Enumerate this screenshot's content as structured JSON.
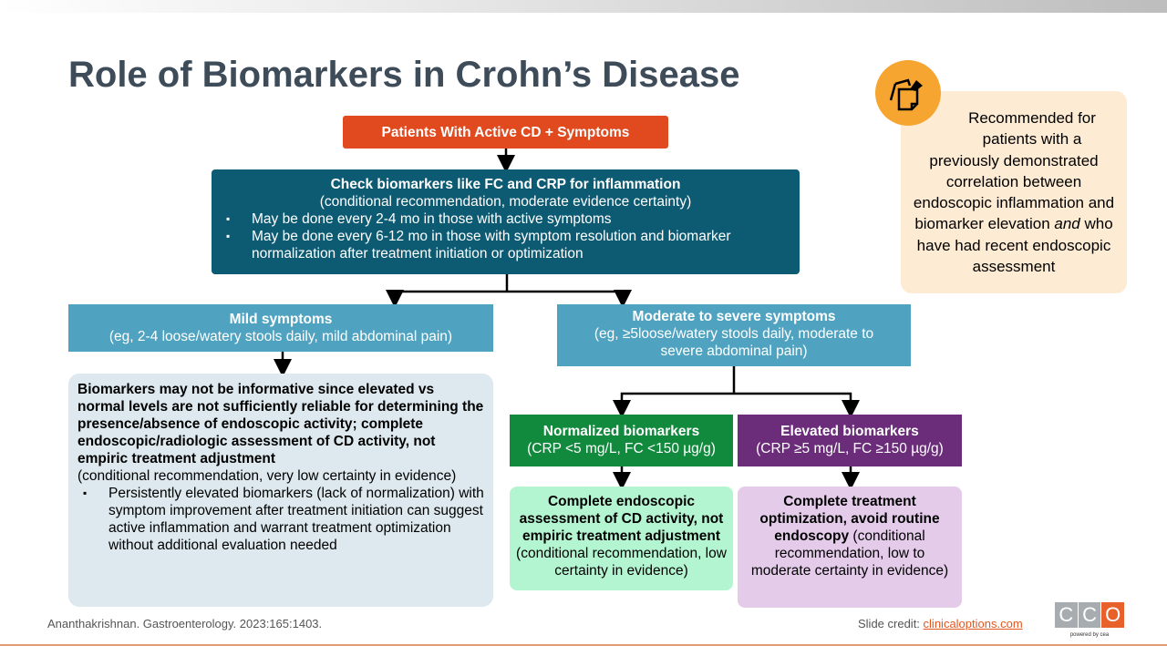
{
  "title": "Role of Biomarkers in Crohn’s Disease",
  "top": "Patients With Active CD + Symptoms",
  "check": {
    "heading": "Check biomarkers like FC and CRP for inflammation",
    "sub": "(conditional recommendation, moderate evidence certainty)",
    "bullets": [
      "May be done every 2-4 mo in those with active symptoms",
      "May be done every 6-12 mo in those with symptom resolution and biomarker normalization after treatment initiation or optimization"
    ]
  },
  "mild": {
    "heading": "Mild symptoms",
    "sub": "(eg, 2-4 loose/watery stools daily, mild abdominal pain)"
  },
  "moderate": {
    "heading": "Moderate to severe symptoms",
    "sub": "(eg, ≥5loose/watery stools daily, moderate to severe abdominal pain)"
  },
  "mild_detail": {
    "bold": "Biomarkers may not be informative since elevated vs normal levels are not sufficiently reliable for determining the presence/absence of endoscopic activity; complete endoscopic/radiologic assessment of CD activity, not empiric treatment adjustment",
    "sub": "(conditional recommendation, very low certainty in evidence)",
    "bullets": [
      "Persistently elevated biomarkers (lack of normalization) with symptom improvement after treatment initiation can suggest active inflammation and warrant treatment optimization without additional evaluation needed"
    ]
  },
  "normalized": {
    "heading": "Normalized biomarkers",
    "sub": "(CRP <5 mg/L, FC <150 µg/g)"
  },
  "elevated": {
    "heading": "Elevated biomarkers",
    "sub": "(CRP ≥5 mg/L, FC ≥150 µg/g)"
  },
  "norm_action": {
    "bold": "Complete endoscopic assessment of CD activity, not empiric treatment adjustment",
    "sub": "(conditional recommendation, low certainty in evidence)"
  },
  "elev_action": {
    "bold": "Complete treatment optimization, avoid routine endoscopy",
    "sub": "(conditional recommendation, low to moderate certainty in evidence)"
  },
  "note": {
    "pre": "Recommended for patients with a previously demonstrated correlation between endoscopic inflammation and biomarker elevation ",
    "italic": "and",
    "post": " who have had recent endoscopic assessment",
    "icon": "sticky-note-pin-icon"
  },
  "footer": {
    "citation": "Ananthakrishnan. Gastroenterology. 2023:165:1403.",
    "credit_label": "Slide credit: ",
    "credit_link": "clinicaloptions.com",
    "logo": "CCO",
    "logo_sub": "powered by cea"
  }
}
